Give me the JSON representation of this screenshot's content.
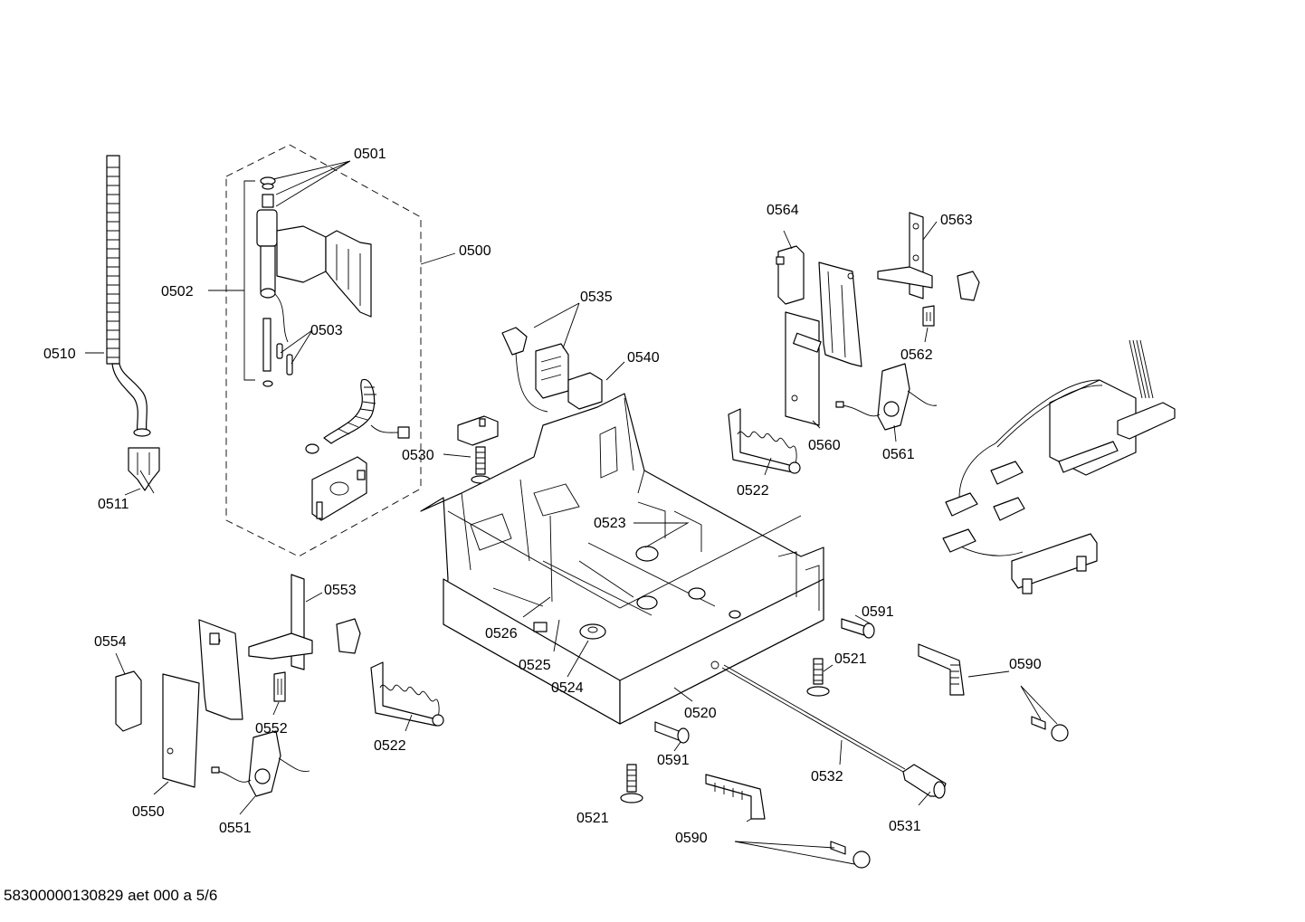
{
  "labels": {
    "p0500": "0500",
    "p0501": "0501",
    "p0502": "0502",
    "p0503": "0503",
    "p0510": "0510",
    "p0511": "0511",
    "p0520": "0520",
    "p0521a": "0521",
    "p0521b": "0521",
    "p0522a": "0522",
    "p0522b": "0522",
    "p0523": "0523",
    "p0524": "0524",
    "p0525": "0525",
    "p0526": "0526",
    "p0530": "0530",
    "p0531": "0531",
    "p0532": "0532",
    "p0535": "0535",
    "p0540": "0540",
    "p0550": "0550",
    "p0551": "0551",
    "p0552": "0552",
    "p0553": "0553",
    "p0554": "0554",
    "p0560": "0560",
    "p0561": "0561",
    "p0562": "0562",
    "p0563": "0563",
    "p0564": "0564",
    "p0590a": "0590",
    "p0590b": "0590",
    "p0591a": "0591",
    "p0591b": "0591"
  },
  "footer": "58300000130829 aet 000 a 5/6"
}
